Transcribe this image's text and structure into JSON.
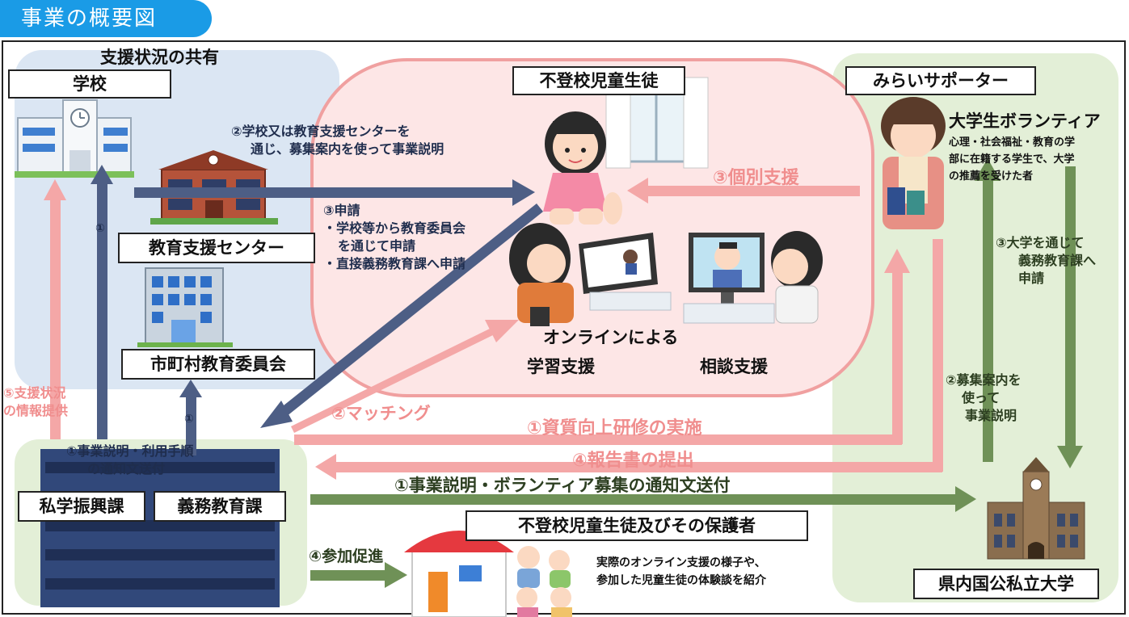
{
  "header": {
    "title": "事業の概要図"
  },
  "zones": {
    "shared_label": "支援状況の共有"
  },
  "nodes": {
    "school": "学校",
    "edu_center": "教育支援センター",
    "city_board": "市町村教育委員会",
    "private_school_div": "私学振興課",
    "compulsory_edu_div": "義務教育課",
    "students": "不登校児童生徒",
    "supporter": "みらいサポーター",
    "university": "県内国公私立大学",
    "family": "不登校児童生徒及びその保護者"
  },
  "volunteer": {
    "title": "大学生ボランティア",
    "line1": "心理・社会福祉・教育の学",
    "line2": "部に在籍する学生で、大学",
    "line3": "の推薦を受けた者"
  },
  "online": {
    "line": "オンラインによる",
    "study": "学習支援",
    "consult": "相談支援"
  },
  "labels": {
    "step2_school_l1": "②学校又は教育支援センターを",
    "step2_school_l2": "通じ、募集案内を使って事業説明",
    "step3_apply_l1": "③申請",
    "step3_apply_l2": "・学校等から教育委員会",
    "step3_apply_l3": "を通じて申請",
    "step3_apply_l4": "・直接義務教育課へ申請",
    "step3_individual": "③個別支援",
    "step3_univ_l1": "③大学を通じて",
    "step3_univ_l2": "義務教育課へ",
    "step3_univ_l3": "申請",
    "step2_recruit_l1": "②募集案内を",
    "step2_recruit_l2": "使って",
    "step2_recruit_l3": "事業説明",
    "step5_l1": "⑤支援状況",
    "step5_l2": "の情報提供",
    "step1_notice_l1": "①事業説明・利用手順",
    "step1_notice_l2": "の通知文送付",
    "step2_matching": "②マッチング",
    "step1_training": "①資質向上研修の実施",
    "step4_report": "④報告書の提出",
    "step1_volunteer_notice": "①事業説明・ボランティア募集の通知文送付",
    "step4_participation": "④参加促進",
    "small_circle_1": "①",
    "small_circle_2": "①",
    "family_desc_l1": "実際のオンライン支援の様子や、",
    "family_desc_l2": "参加した児童生徒の体験談を紹介"
  },
  "colors": {
    "title_blue": "#1a9be6",
    "arrow_navy": "#4d5e85",
    "arrow_pink": "#f4a7a7",
    "arrow_green": "#6f9157",
    "zone_blue": "#dbe6f3",
    "zone_pink": "#fde6e6",
    "zone_green": "#e3efd7"
  },
  "icons": [
    "school-building-icon",
    "education-center-icon",
    "office-building-icon",
    "girl-student-icon",
    "window-icon",
    "tablet-study-icon",
    "video-consult-icon",
    "female-volunteer-icon",
    "university-icon",
    "house-icon",
    "family-icon",
    "government-building-icon"
  ]
}
